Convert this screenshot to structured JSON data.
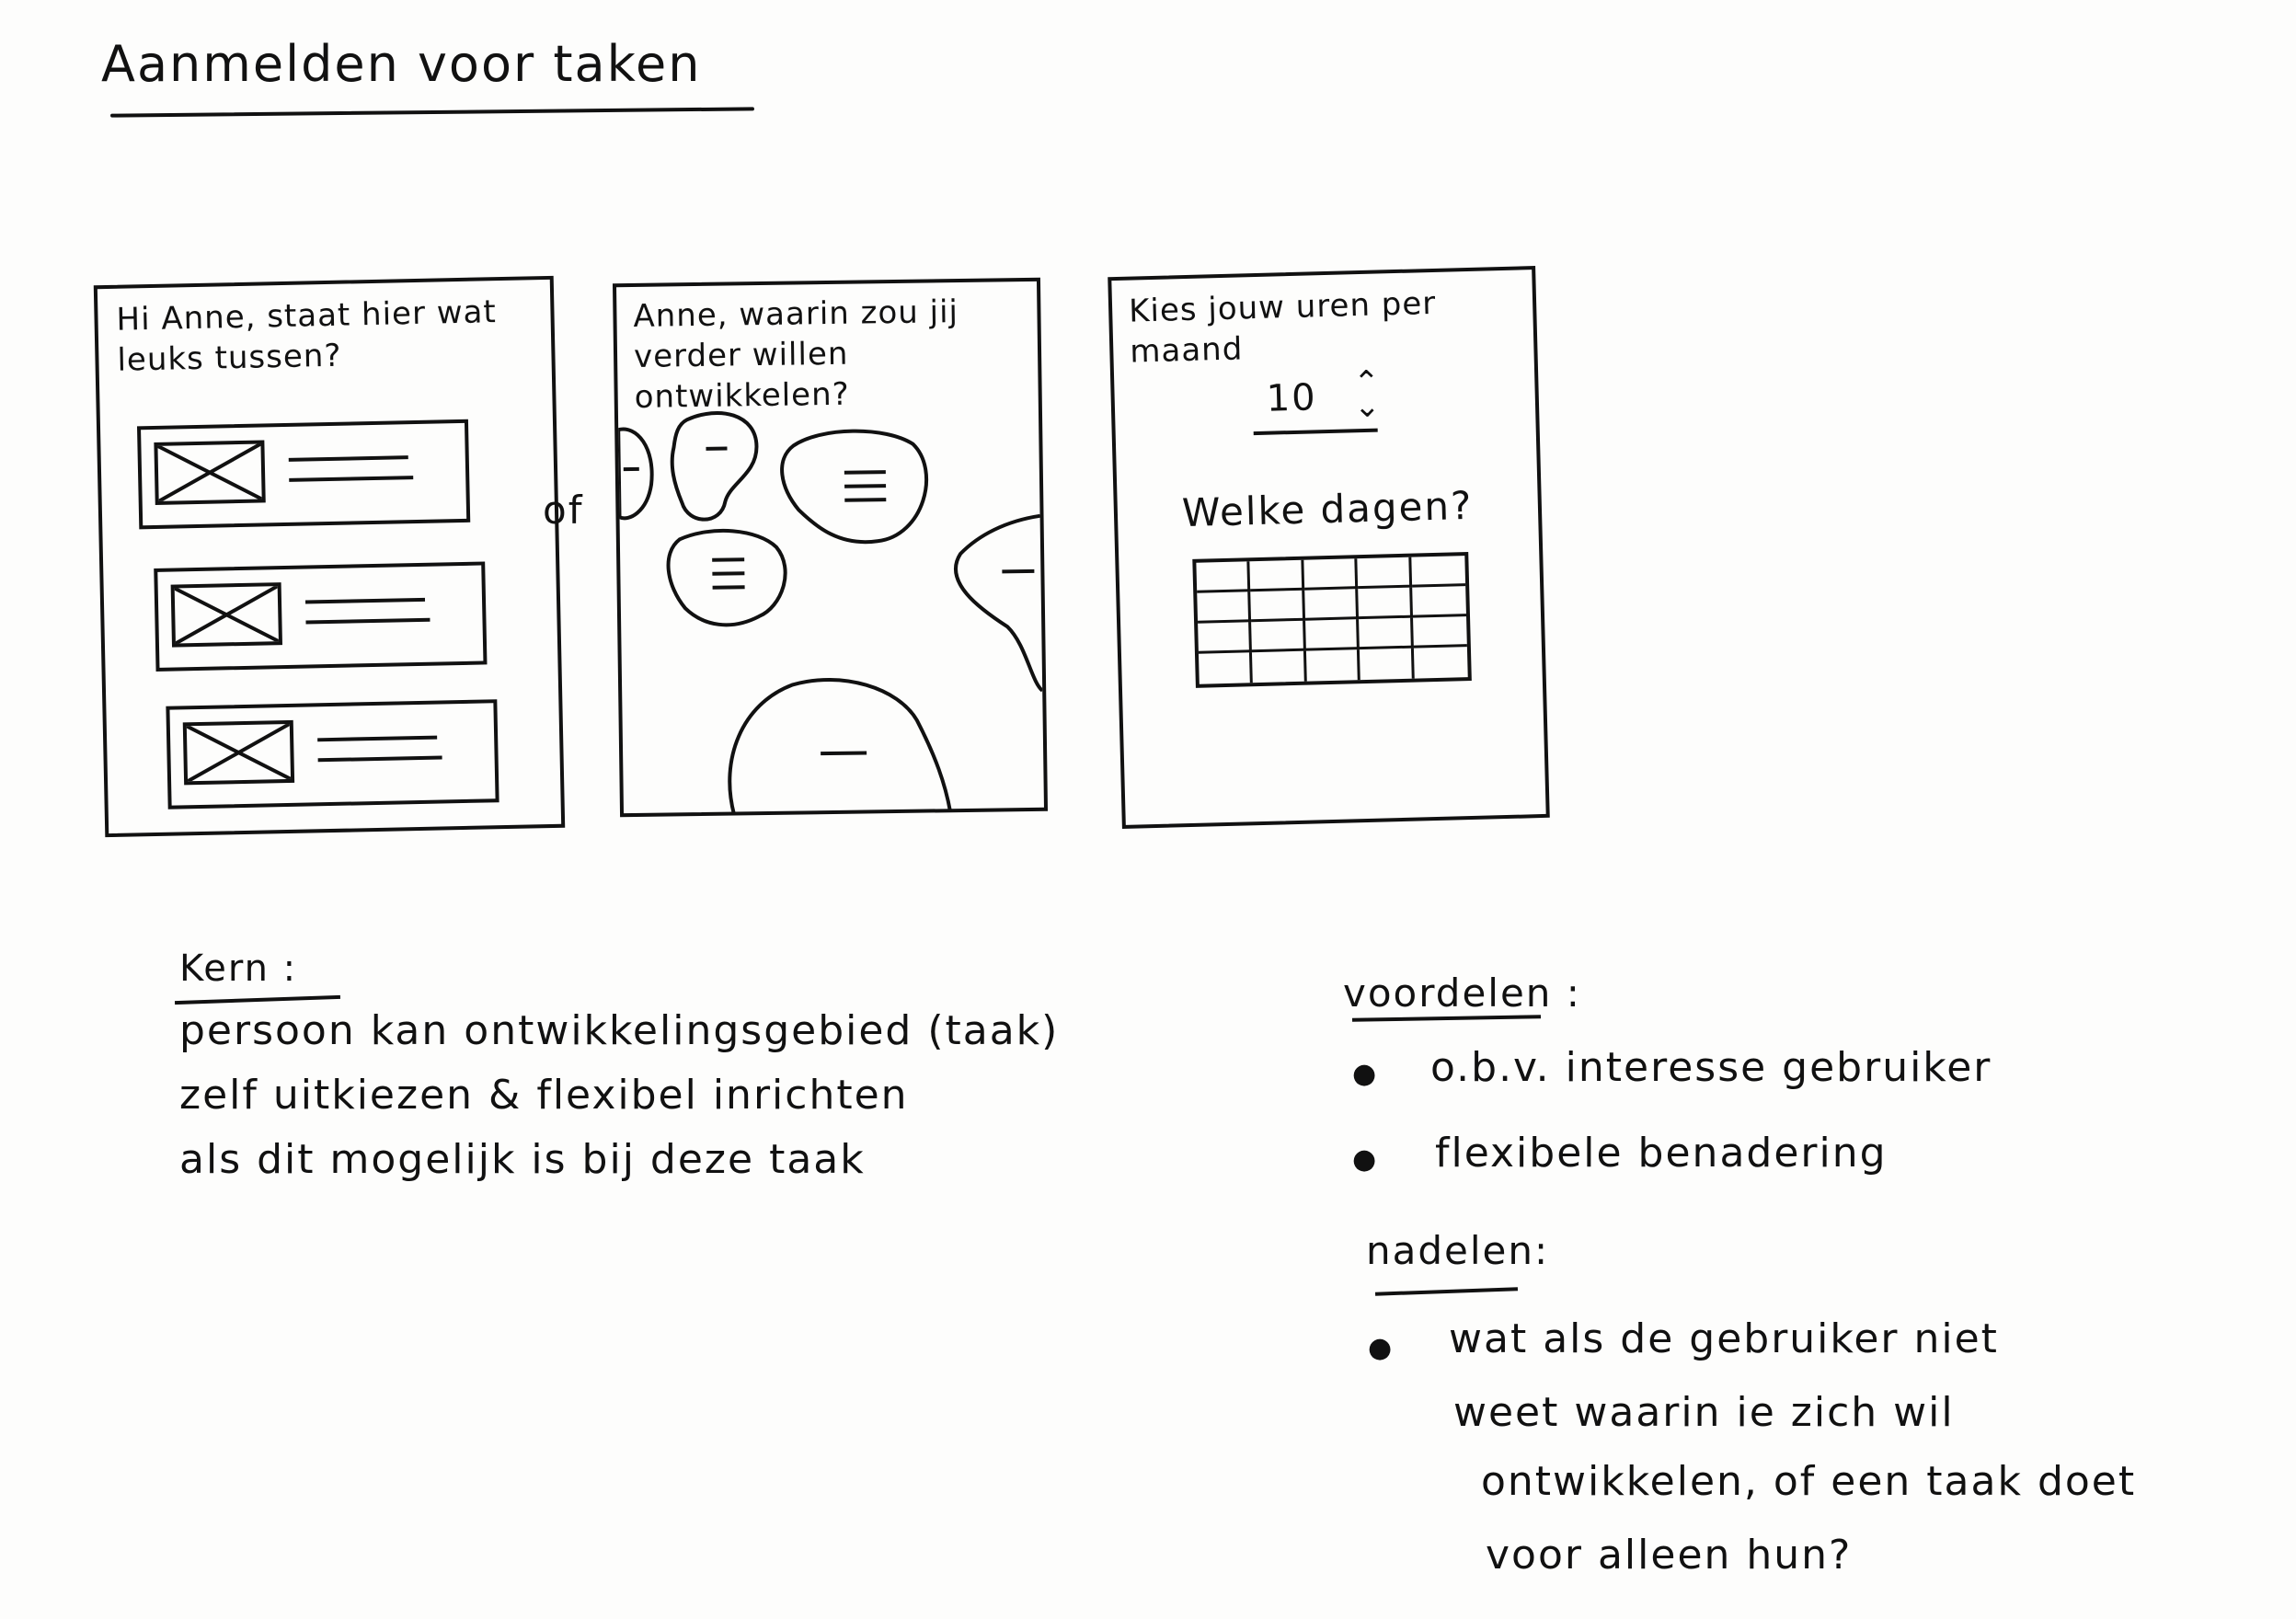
{
  "title": "Aanmelden voor taken",
  "screens": [
    {
      "text": "Hi Anne, staat hier wat leuks tussen?"
    },
    {
      "text": "Anne, waarin zou jij verder willen ontwikkelen?"
    },
    {
      "text": "Kies jouw uren per maand",
      "hours_value": "10",
      "days_label": "Welke dagen?"
    }
  ],
  "or_label": "of",
  "kern": {
    "heading": "Kern :",
    "lines": [
      "persoon kan ontwikkelingsgebied (taak)",
      "zelf uitkiezen & flexibel inrichten",
      "als dit mogelijk is bij deze taak"
    ]
  },
  "voordelen": {
    "heading": "voordelen :",
    "items": [
      "o.b.v. interesse gebruiker",
      "flexibele benadering"
    ]
  },
  "nadelen": {
    "heading": "nadelen:",
    "lines": [
      "wat als de gebruiker niet",
      "weet waarin ie zich wil",
      "ontwikkelen, of een taak doet",
      "voor alleen hun?"
    ]
  }
}
